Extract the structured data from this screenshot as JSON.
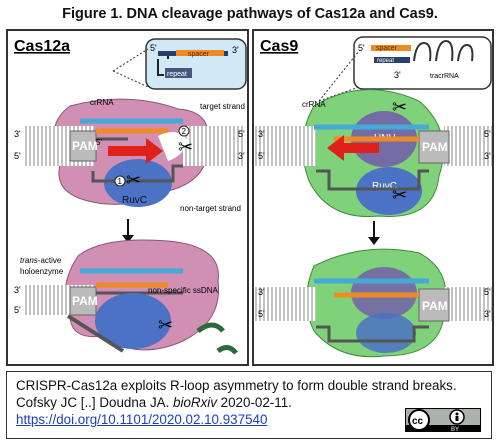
{
  "figure": {
    "title": "Figure 1. DNA cleavage pathways of Cas12a and Cas9."
  },
  "left_panel": {
    "heading": "Cas12a",
    "labels": {
      "crRNA": "crRNA",
      "target_strand": "target strand",
      "non_target_strand": "non-target strand",
      "PAM": "PAM",
      "RuvC": "RuvC",
      "three_prime": "3'",
      "five_prime": "5'",
      "step1": "1",
      "step2": "2",
      "trans_italic": "trans",
      "trans_rest": "-active",
      "holoenzyme": "holoenzyme",
      "ssDNA": "non-specific ssDNA"
    },
    "inset": {
      "spacer": "spacer",
      "repeat": "repeat",
      "five": "5'",
      "three": "3'"
    }
  },
  "right_panel": {
    "heading": "Cas9",
    "labels": {
      "crRNA": "crRNA",
      "PAM": "PAM",
      "HNH": "HNH",
      "RuvC": "RuvC",
      "three_prime": "3'",
      "five_prime": "5'"
    },
    "inset": {
      "spacer": "spacer",
      "repeat": "repeat",
      "tracrRNA": "tracrRNA",
      "five": "5'",
      "three": "3'"
    }
  },
  "caption": {
    "line1": "CRISPR-Cas12a exploits R-loop asymmetry to form double strand breaks.",
    "authors_pre": "Cofsky JC [..] Doudna JA. ",
    "journal": "bioRxiv",
    "authors_post": " 2020-02-11.",
    "doi": "https://doi.org/10.1101/2020.02.10.937540",
    "license_cc": "cc",
    "license_by": "BY"
  },
  "colors": {
    "cas12a_body": "#d08fb3",
    "cas9_body": "#7fd27a",
    "ruvc": "#4b72c4",
    "hnh": "#7466a6",
    "crRNA": "#45a9d8",
    "spacer": "#f08a24",
    "dna": "#555555",
    "arrow": "#e0201b",
    "inset_bg": "#cfe9f7"
  }
}
